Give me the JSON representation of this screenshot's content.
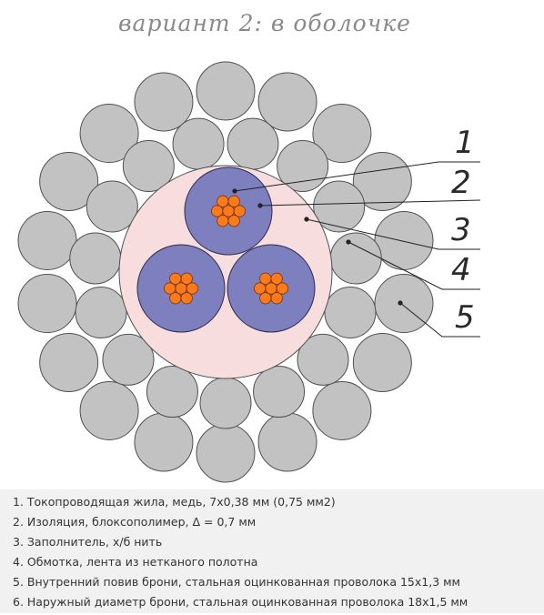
{
  "diagram": {
    "caption": "вариант 2: в оболочке",
    "callouts": [
      "1",
      "2",
      "3",
      "4",
      "5"
    ],
    "colors": {
      "armor_wire": "#c2c2c2",
      "armor_stroke": "#505050",
      "filler": "#f7dddd",
      "insulation": "#7d7fbf",
      "conductor": "#ff7a1a",
      "line": "#222222"
    }
  },
  "legend": {
    "items": [
      "1. Токопроводящая жила, медь, 7х0,38 мм (0,75 мм2)",
      "2. Изоляция, блоксополимер, Δ = 0,7 мм",
      "3. Заполнитель, х/б нить",
      "4. Обмотка, лента из нетканого полотна",
      "5. Внутренний повив брони, стальная оцинкованная проволока 15х1,3 мм",
      "6. Наружный диаметр брони, стальная оцинкованная проволока 18х1,5 мм"
    ]
  }
}
